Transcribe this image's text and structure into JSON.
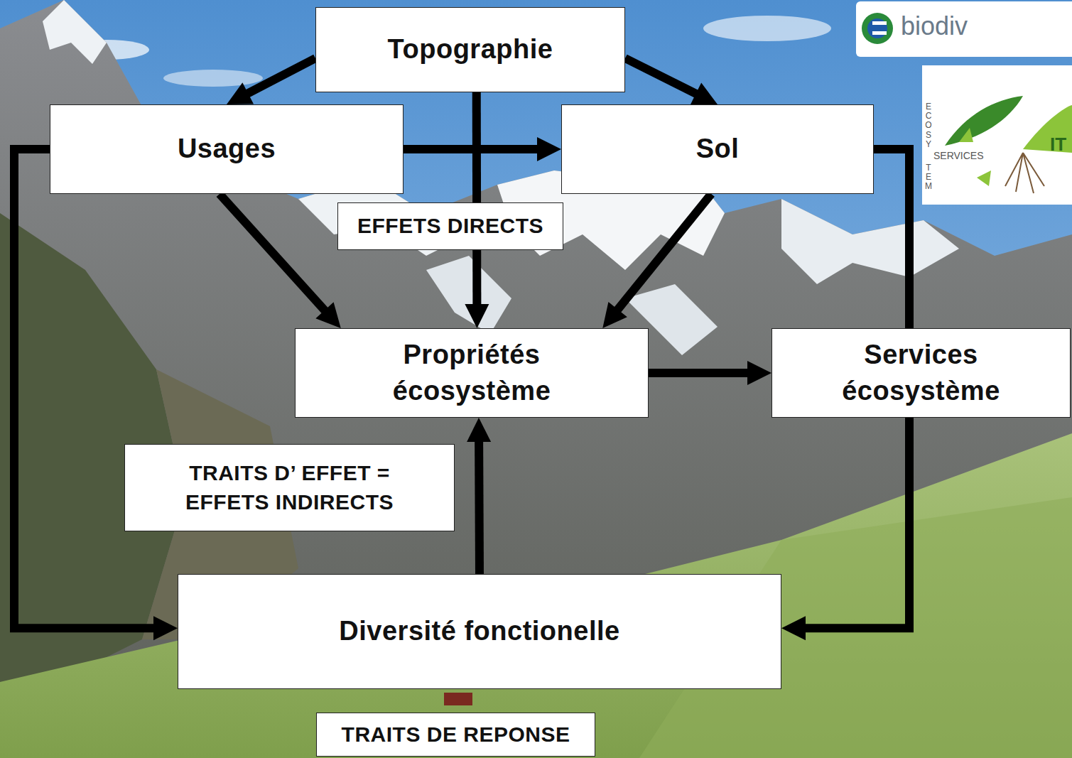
{
  "diagram": {
    "nodes": [
      {
        "text": [
          "Topographie"
        ]
      },
      {
        "text": [
          "Usages"
        ]
      },
      {
        "text": [
          "Sol"
        ]
      },
      {
        "text": [
          "EFFETS DIRECTS"
        ]
      },
      {
        "text": [
          "Propriétés écosystème"
        ]
      },
      {
        "text": [
          "Services écosystème"
        ]
      },
      {
        "text": [
          "TRAITS D’ EFFET = EFFETS INDIRECTS"
        ]
      },
      {
        "text": [
          "Diversité fonctionelle"
        ]
      },
      {
        "text": [
          "TRAITS DE REPONSE"
        ]
      }
    ],
    "edges": [
      {
        "from": 0,
        "to": 1,
        "arrow": "to"
      },
      {
        "from": 0,
        "to": 2,
        "arrow": "to"
      },
      {
        "from": 0,
        "to": 4,
        "arrow": "to"
      },
      {
        "from": 1,
        "to": 2,
        "arrow": "to"
      },
      {
        "from": 1,
        "to": 4,
        "arrow": "to"
      },
      {
        "from": 2,
        "to": 4,
        "arrow": "to"
      },
      {
        "from": 4,
        "to": 5,
        "arrow": "to"
      },
      {
        "from": 7,
        "to": 4,
        "arrow": "to"
      },
      {
        "from": 1,
        "to": 7,
        "arrow": "to"
      },
      {
        "from": 2,
        "to": 7,
        "arrow": "to"
      }
    ],
    "labels": [
      "biodiv",
      "ECOSY",
      "SERVICES",
      "TEM",
      "IT"
    ]
  }
}
